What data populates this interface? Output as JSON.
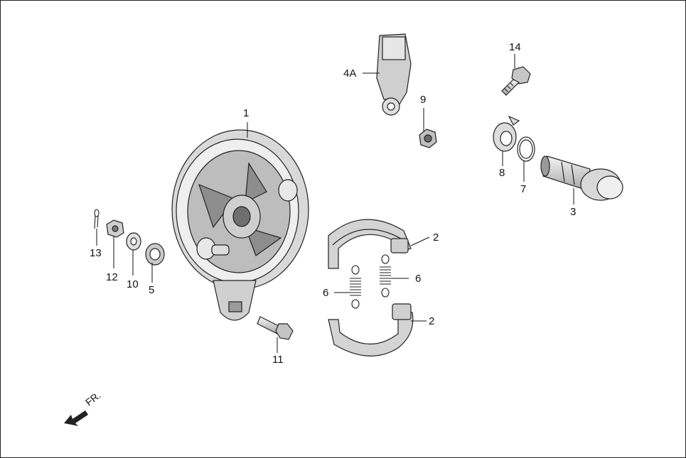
{
  "diagram": {
    "callouts": [
      {
        "id": "c1",
        "text": "1"
      },
      {
        "id": "c2a",
        "text": "2"
      },
      {
        "id": "c2b",
        "text": "2"
      },
      {
        "id": "c3",
        "text": "3"
      },
      {
        "id": "c4a",
        "text": "4A"
      },
      {
        "id": "c5",
        "text": "5"
      },
      {
        "id": "c6a",
        "text": "6"
      },
      {
        "id": "c6b",
        "text": "6"
      },
      {
        "id": "c7",
        "text": "7"
      },
      {
        "id": "c8",
        "text": "8"
      },
      {
        "id": "c9",
        "text": "9"
      },
      {
        "id": "c10",
        "text": "10"
      },
      {
        "id": "c11",
        "text": "11"
      },
      {
        "id": "c12",
        "text": "12"
      },
      {
        "id": "c13",
        "text": "13"
      },
      {
        "id": "c14",
        "text": "14"
      }
    ],
    "direction_label": "FR.",
    "colors": {
      "line": "#222222",
      "part_light": "#e6e6e6",
      "part_mid": "#bdbdbd",
      "part_dark": "#8a8a8a",
      "background": "#ffffff"
    }
  }
}
